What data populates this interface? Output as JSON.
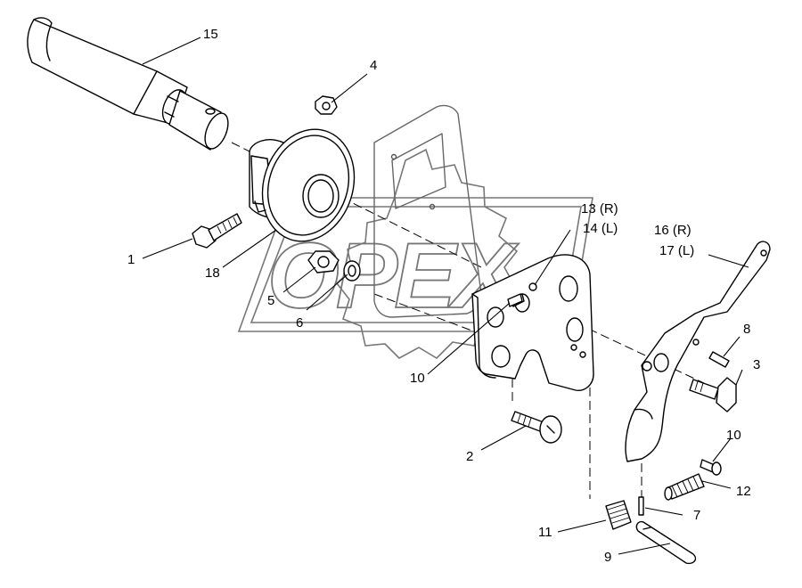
{
  "watermark": {
    "text": "OPEX"
  },
  "callouts": [
    {
      "id": "c1",
      "text": "1"
    },
    {
      "id": "c2",
      "text": "2"
    },
    {
      "id": "c3",
      "text": "3"
    },
    {
      "id": "c4",
      "text": "4"
    },
    {
      "id": "c5",
      "text": "5"
    },
    {
      "id": "c6",
      "text": "6"
    },
    {
      "id": "c7",
      "text": "7"
    },
    {
      "id": "c8",
      "text": "8"
    },
    {
      "id": "c9",
      "text": "9"
    },
    {
      "id": "c10a",
      "text": "10"
    },
    {
      "id": "c10b",
      "text": "10"
    },
    {
      "id": "c11",
      "text": "11"
    },
    {
      "id": "c12",
      "text": "12"
    },
    {
      "id": "c13",
      "text": "13 (R)"
    },
    {
      "id": "c14",
      "text": "14 (L)"
    },
    {
      "id": "c15",
      "text": "15"
    },
    {
      "id": "c16",
      "text": "16 (R)"
    },
    {
      "id": "c17",
      "text": "17 (L)"
    },
    {
      "id": "c18",
      "text": "18"
    }
  ]
}
